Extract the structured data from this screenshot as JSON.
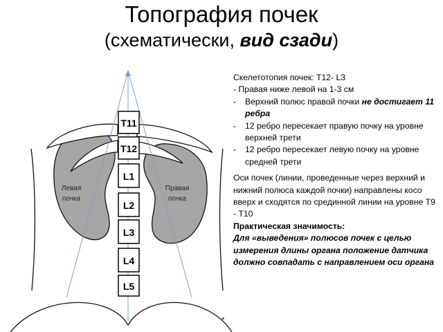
{
  "title": "Топография  почек",
  "subtitle": {
    "prefix": "(схематически, ",
    "emph": "вид сзади",
    "suffix": ")"
  },
  "diagram": {
    "vertebrae": [
      "T11",
      "T12",
      "L1",
      "L2",
      "L3",
      "L4",
      "L5"
    ],
    "left_kidney_label": [
      "Левая",
      "почка"
    ],
    "right_kidney_label": [
      "Правая",
      "почка"
    ],
    "star": "*",
    "colors": {
      "kidney_fill": "#a6a6a6",
      "rib_line": "#111111",
      "axis_line": "#7f9fc4"
    }
  },
  "text": {
    "heading": "Скелетотопия почек: Т12- L3",
    "line1": "- Правая ниже левой на 1-3 см",
    "bullets": [
      {
        "dash": "-",
        "text": "Верхний полюс правой почки ",
        "emph": "не достигает 11 ребра"
      },
      {
        "dash": "-",
        "text": "12 ребро пересекает правую почку на уровне верхней трети",
        "emph": ""
      },
      {
        "dash": "-",
        "text": "12 ребро пересекает левую почку на уровне средней трети",
        "emph": ""
      }
    ],
    "axes": "Оси почек (линии, проведенные через верхний и нижний полюса каждой почки) направлены косо вверх и сходятся  по срединной линии на уровне  Т9 - Т10",
    "practical_heading": "Практическая значимость:",
    "practical_text": "Для «выведения» полюсов почек с целью измерения длины органа положение датчика должно совпадать с направлением оси органа"
  }
}
